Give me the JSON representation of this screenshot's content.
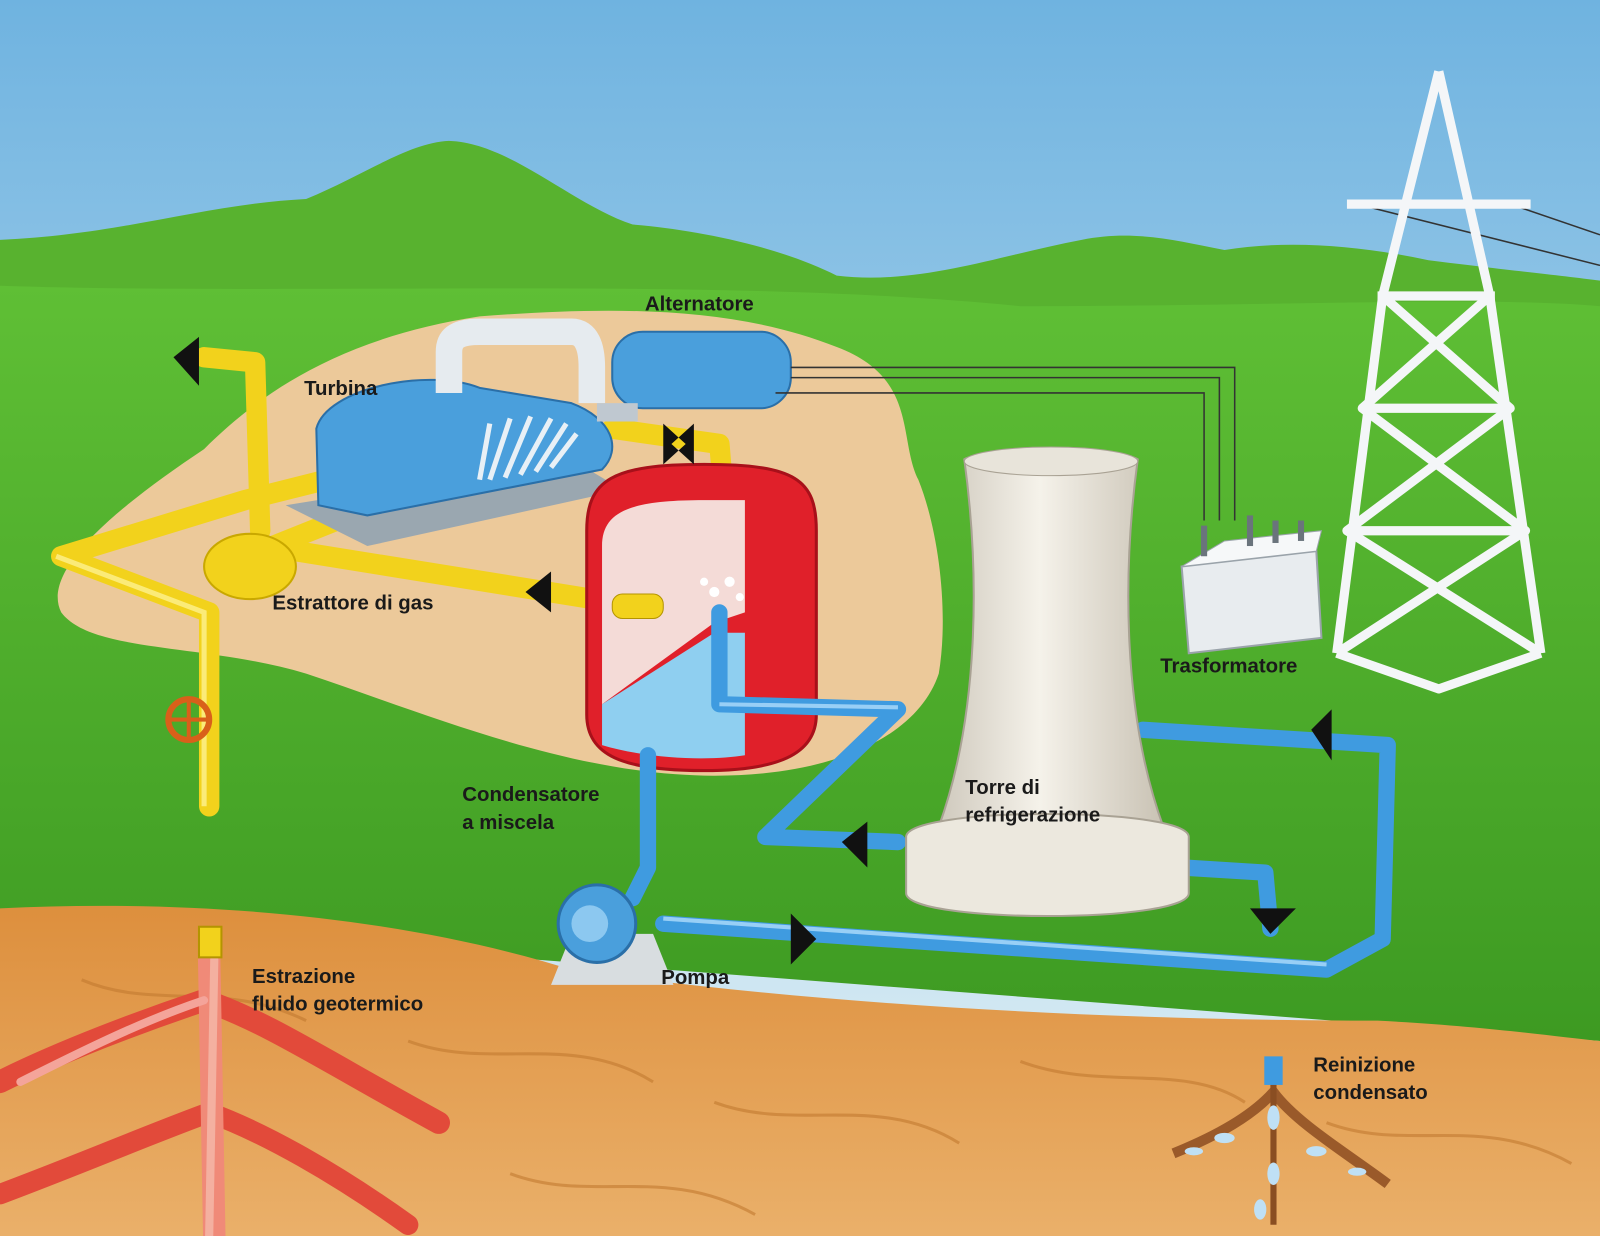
{
  "labels": {
    "alternatore": "Alternatore",
    "turbina": "Turbina",
    "estrattore": "Estrattore di gas",
    "trasformatore": "Trasformatore",
    "torre_1": "Torre di",
    "torre_2": "refrigerazione",
    "condensatore_1": "Condensatore",
    "condensatore_2": "a miscela",
    "pompa": "Pompa",
    "estrazione_1": "Estrazione",
    "estrazione_2": "fluido geotermico",
    "reiniezione_1": "Reinizione",
    "reiniezione_2": "condensato"
  },
  "colors": {
    "sky": "#8cc4e6",
    "grass": "#4fae2c",
    "clearing": "#ecc99a",
    "underground": "#e5a452",
    "steam_pipe": "#f2d21c",
    "water_pipe": "#3f9be0",
    "turbine": "#4a9fdc",
    "condenser": "#e0202a",
    "magma": "#e24a3a",
    "arrow": "#111111"
  }
}
